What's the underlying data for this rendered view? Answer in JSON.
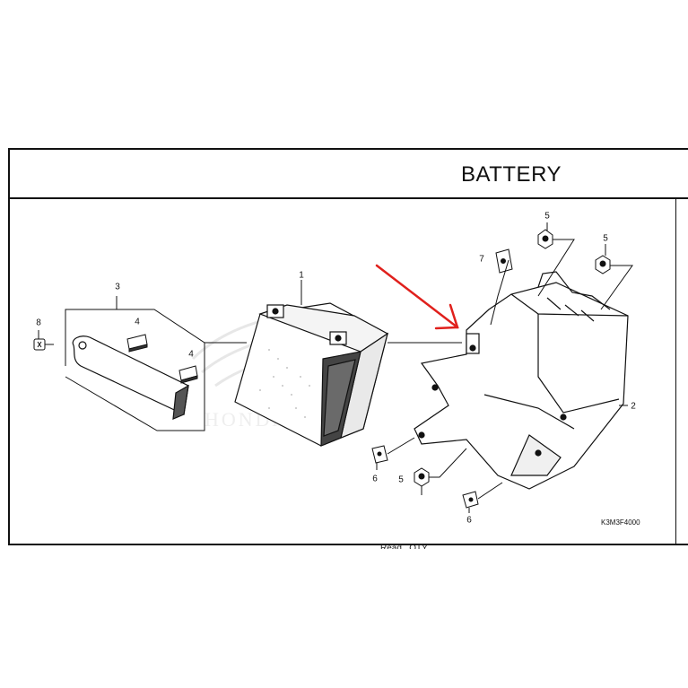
{
  "header": {
    "title": "BATTERY"
  },
  "figure": {
    "code": "K3M3F4000",
    "partial_footer_text": "Read...QTY"
  },
  "callouts": [
    {
      "label": "1",
      "part": "battery"
    },
    {
      "label": "2",
      "part": "battery-box"
    },
    {
      "label": "3",
      "part": "battery-band-set"
    },
    {
      "label": "4",
      "part": "band-pad"
    },
    {
      "label": "4",
      "part": "band-pad"
    },
    {
      "label": "5",
      "part": "bolt"
    },
    {
      "label": "5",
      "part": "bolt"
    },
    {
      "label": "5",
      "part": "bolt"
    },
    {
      "label": "6",
      "part": "clip-nut"
    },
    {
      "label": "6",
      "part": "clip-nut"
    },
    {
      "label": "7",
      "part": "clip-nut"
    },
    {
      "label": "8",
      "part": "screw"
    }
  ],
  "colors": {
    "line": "#111111",
    "arrow": "#e0201c",
    "watermark": "#c8c8c8"
  }
}
